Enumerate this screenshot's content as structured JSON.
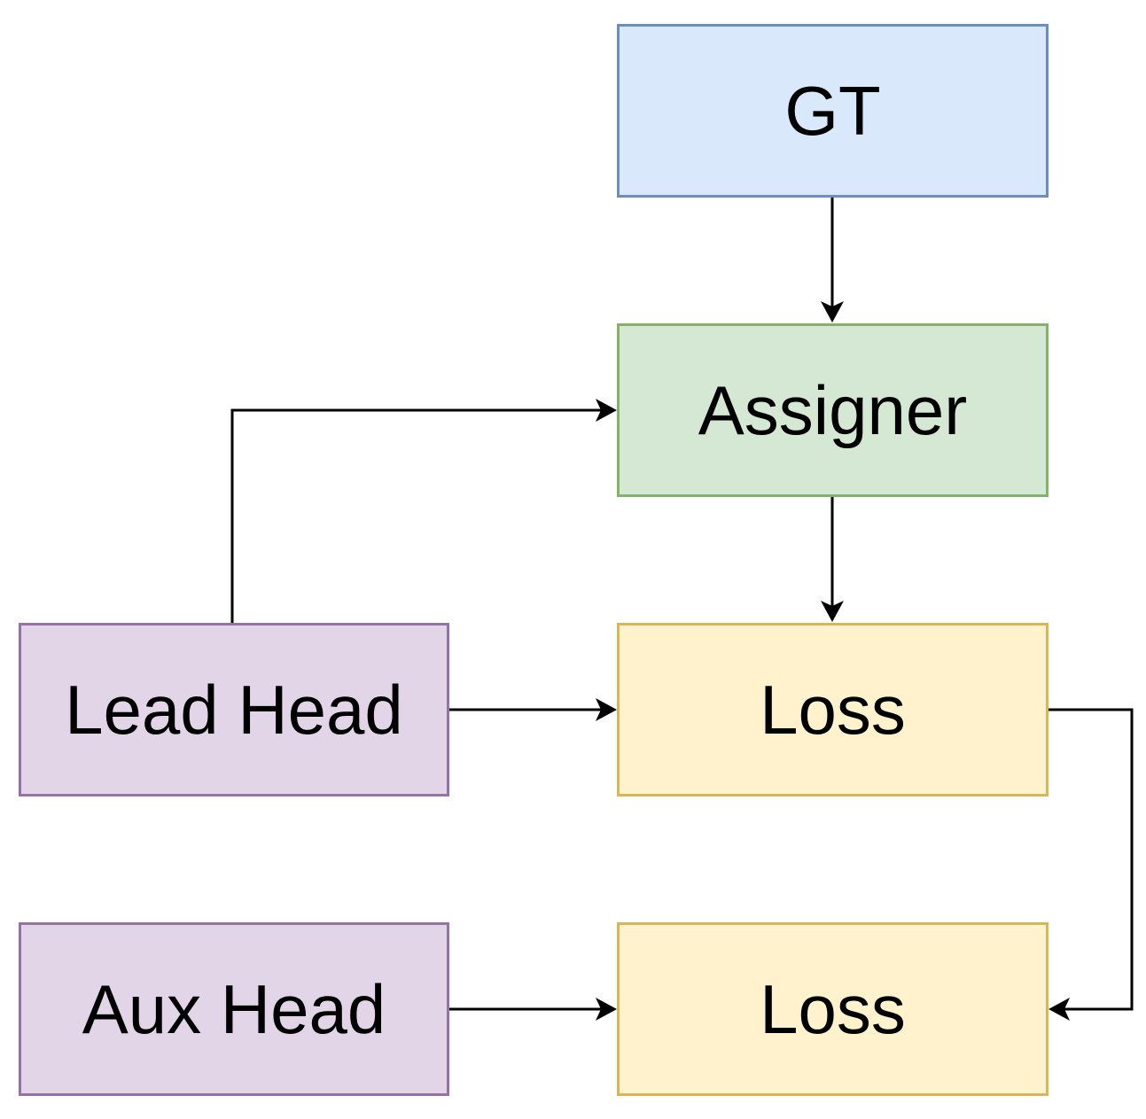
{
  "nodes": {
    "gt": {
      "label": "GT",
      "fill": "#dae8fc",
      "stroke": "#6c8ebf"
    },
    "assigner": {
      "label": "Assigner",
      "fill": "#d5e8d4",
      "stroke": "#82b366"
    },
    "lead_head": {
      "label": "Lead Head",
      "fill": "#e1d5e7",
      "stroke": "#9673a6"
    },
    "loss_lead": {
      "label": "Loss",
      "fill": "#fff2cc",
      "stroke": "#d6b656"
    },
    "aux_head": {
      "label": "Aux Head",
      "fill": "#e1d5e7",
      "stroke": "#9673a6"
    },
    "loss_aux": {
      "label": "Loss",
      "fill": "#fff2cc",
      "stroke": "#d6b656"
    }
  },
  "edges": [
    {
      "from": "gt",
      "to": "assigner"
    },
    {
      "from": "lead_head",
      "to": "assigner"
    },
    {
      "from": "assigner",
      "to": "loss_lead"
    },
    {
      "from": "lead_head",
      "to": "loss_lead"
    },
    {
      "from": "aux_head",
      "to": "loss_aux"
    },
    {
      "from": "loss_lead",
      "to": "loss_aux"
    }
  ],
  "edge_color": "#000000"
}
